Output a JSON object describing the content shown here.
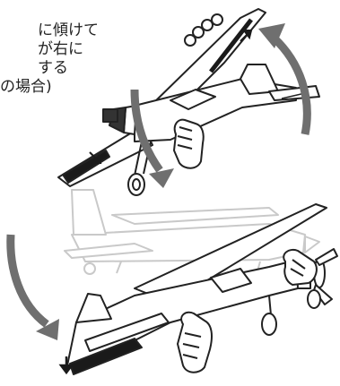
{
  "caption": {
    "lines": [
      "に傾けて",
      "が右に",
      "する",
      "の場合)"
    ]
  },
  "colors": {
    "outline": "#222222",
    "arrow": "#6f6f6f",
    "ghost": "#c9c9c9",
    "control_surface": "#1a1a1a",
    "background": "#ffffff"
  },
  "icons": [
    "top-airplane-icon",
    "bottom-airplane-icon",
    "ghost-airplane-icon",
    "rotation-arrow-icon",
    "hand-icon",
    "small-arrow-icon"
  ]
}
